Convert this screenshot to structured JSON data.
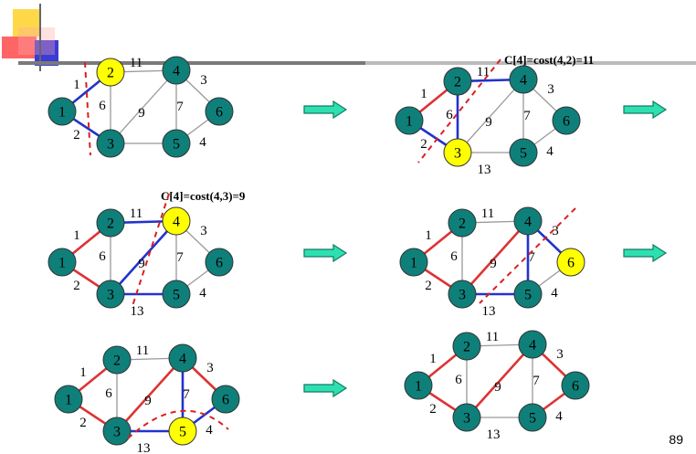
{
  "colors": {
    "node": "#0f7f7a",
    "highlight": "#ffff00",
    "edge_default": "#999999",
    "edge_tree": "#dd3333",
    "edge_candidate": "#2233cc",
    "cut_line": "#d92020",
    "arrow_fill": "#2ee0b0",
    "arrow_stroke": "#137a66"
  },
  "page_number": "89",
  "panels": [
    {
      "id": "p1",
      "caption": "",
      "highlight": "2",
      "node_labels": {
        "1": "1",
        "2": "2",
        "3": "3",
        "4": "4",
        "5": "5",
        "6": "6"
      },
      "edges": [
        {
          "from": "1",
          "to": "2",
          "weight": "1",
          "state": "candidate"
        },
        {
          "from": "1",
          "to": "3",
          "weight": "2",
          "state": "candidate"
        },
        {
          "from": "2",
          "to": "4",
          "weight": "11",
          "state": "default"
        },
        {
          "from": "2",
          "to": "3",
          "weight": "6",
          "state": "default"
        },
        {
          "from": "4",
          "to": "3",
          "weight": "9",
          "state": "default"
        },
        {
          "from": "4",
          "to": "5",
          "weight": "7",
          "state": "default"
        },
        {
          "from": "4",
          "to": "6",
          "weight": "3",
          "state": "default"
        },
        {
          "from": "3",
          "to": "5",
          "weight": "",
          "state": "default"
        },
        {
          "from": "5",
          "to": "6",
          "weight": "4",
          "state": "default"
        }
      ]
    },
    {
      "id": "p2",
      "caption": "C[4]=cost(4,2)=11",
      "highlight": "3",
      "node_labels": {
        "1": "1",
        "2": "2",
        "3": "3",
        "4": "4",
        "5": "5",
        "6": "6"
      },
      "edges": [
        {
          "from": "1",
          "to": "2",
          "weight": "1",
          "state": "tree"
        },
        {
          "from": "1",
          "to": "3",
          "weight": "2",
          "state": "candidate"
        },
        {
          "from": "2",
          "to": "4",
          "weight": "11",
          "state": "candidate"
        },
        {
          "from": "2",
          "to": "3",
          "weight": "6",
          "state": "candidate"
        },
        {
          "from": "4",
          "to": "3",
          "weight": "9",
          "state": "default"
        },
        {
          "from": "4",
          "to": "5",
          "weight": "7",
          "state": "default"
        },
        {
          "from": "4",
          "to": "6",
          "weight": "3",
          "state": "default"
        },
        {
          "from": "3",
          "to": "5",
          "weight": "13",
          "state": "default"
        },
        {
          "from": "5",
          "to": "6",
          "weight": "4",
          "state": "default"
        }
      ]
    },
    {
      "id": "p3",
      "caption": "C[4]=cost(4,3)=9",
      "highlight": "4",
      "node_labels": {
        "1": "1",
        "2": "2",
        "3": "3",
        "4": "4",
        "5": "5",
        "6": "6"
      },
      "edges": [
        {
          "from": "1",
          "to": "2",
          "weight": "1",
          "state": "tree"
        },
        {
          "from": "1",
          "to": "3",
          "weight": "2",
          "state": "tree"
        },
        {
          "from": "2",
          "to": "4",
          "weight": "11",
          "state": "candidate"
        },
        {
          "from": "2",
          "to": "3",
          "weight": "6",
          "state": "default"
        },
        {
          "from": "4",
          "to": "3",
          "weight": "9",
          "state": "candidate"
        },
        {
          "from": "4",
          "to": "5",
          "weight": "7",
          "state": "default"
        },
        {
          "from": "4",
          "to": "6",
          "weight": "3",
          "state": "default"
        },
        {
          "from": "3",
          "to": "5",
          "weight": "13",
          "state": "candidate"
        },
        {
          "from": "5",
          "to": "6",
          "weight": "4",
          "state": "default"
        }
      ]
    },
    {
      "id": "p4",
      "caption": "",
      "highlight": "6",
      "node_labels": {
        "1": "1",
        "2": "2",
        "3": "3",
        "4": "4",
        "5": "5",
        "6": "6"
      },
      "edges": [
        {
          "from": "1",
          "to": "2",
          "weight": "1",
          "state": "tree"
        },
        {
          "from": "1",
          "to": "3",
          "weight": "2",
          "state": "tree"
        },
        {
          "from": "2",
          "to": "4",
          "weight": "11",
          "state": "default"
        },
        {
          "from": "2",
          "to": "3",
          "weight": "6",
          "state": "default"
        },
        {
          "from": "4",
          "to": "3",
          "weight": "9",
          "state": "tree"
        },
        {
          "from": "4",
          "to": "5",
          "weight": "7",
          "state": "candidate"
        },
        {
          "from": "4",
          "to": "6",
          "weight": "3",
          "state": "candidate"
        },
        {
          "from": "3",
          "to": "5",
          "weight": "13",
          "state": "candidate"
        },
        {
          "from": "5",
          "to": "6",
          "weight": "4",
          "state": "default"
        }
      ]
    },
    {
      "id": "p5",
      "caption": "",
      "highlight": "5",
      "node_labels": {
        "1": "1",
        "2": "2",
        "3": "3",
        "4": "4",
        "5": "5",
        "6": "6"
      },
      "edges": [
        {
          "from": "1",
          "to": "2",
          "weight": "1",
          "state": "tree"
        },
        {
          "from": "1",
          "to": "3",
          "weight": "2",
          "state": "tree"
        },
        {
          "from": "2",
          "to": "4",
          "weight": "11",
          "state": "default"
        },
        {
          "from": "2",
          "to": "3",
          "weight": "6",
          "state": "default"
        },
        {
          "from": "4",
          "to": "3",
          "weight": "9",
          "state": "tree"
        },
        {
          "from": "4",
          "to": "5",
          "weight": "7",
          "state": "candidate"
        },
        {
          "from": "4",
          "to": "6",
          "weight": "3",
          "state": "tree"
        },
        {
          "from": "3",
          "to": "5",
          "weight": "13",
          "state": "candidate"
        },
        {
          "from": "5",
          "to": "6",
          "weight": "4",
          "state": "candidate"
        }
      ]
    },
    {
      "id": "p6",
      "caption": "",
      "highlight": "",
      "node_labels": {
        "1": "1",
        "2": "2",
        "3": "3",
        "4": "4",
        "5": "5",
        "6": "6"
      },
      "edges": [
        {
          "from": "1",
          "to": "2",
          "weight": "1",
          "state": "tree"
        },
        {
          "from": "1",
          "to": "3",
          "weight": "2",
          "state": "tree"
        },
        {
          "from": "2",
          "to": "4",
          "weight": "11",
          "state": "default"
        },
        {
          "from": "2",
          "to": "3",
          "weight": "6",
          "state": "default"
        },
        {
          "from": "4",
          "to": "3",
          "weight": "9",
          "state": "tree"
        },
        {
          "from": "4",
          "to": "5",
          "weight": "7",
          "state": "default"
        },
        {
          "from": "4",
          "to": "6",
          "weight": "3",
          "state": "tree"
        },
        {
          "from": "3",
          "to": "5",
          "weight": "13",
          "state": "default"
        },
        {
          "from": "5",
          "to": "6",
          "weight": "4",
          "state": "tree"
        }
      ]
    }
  ]
}
